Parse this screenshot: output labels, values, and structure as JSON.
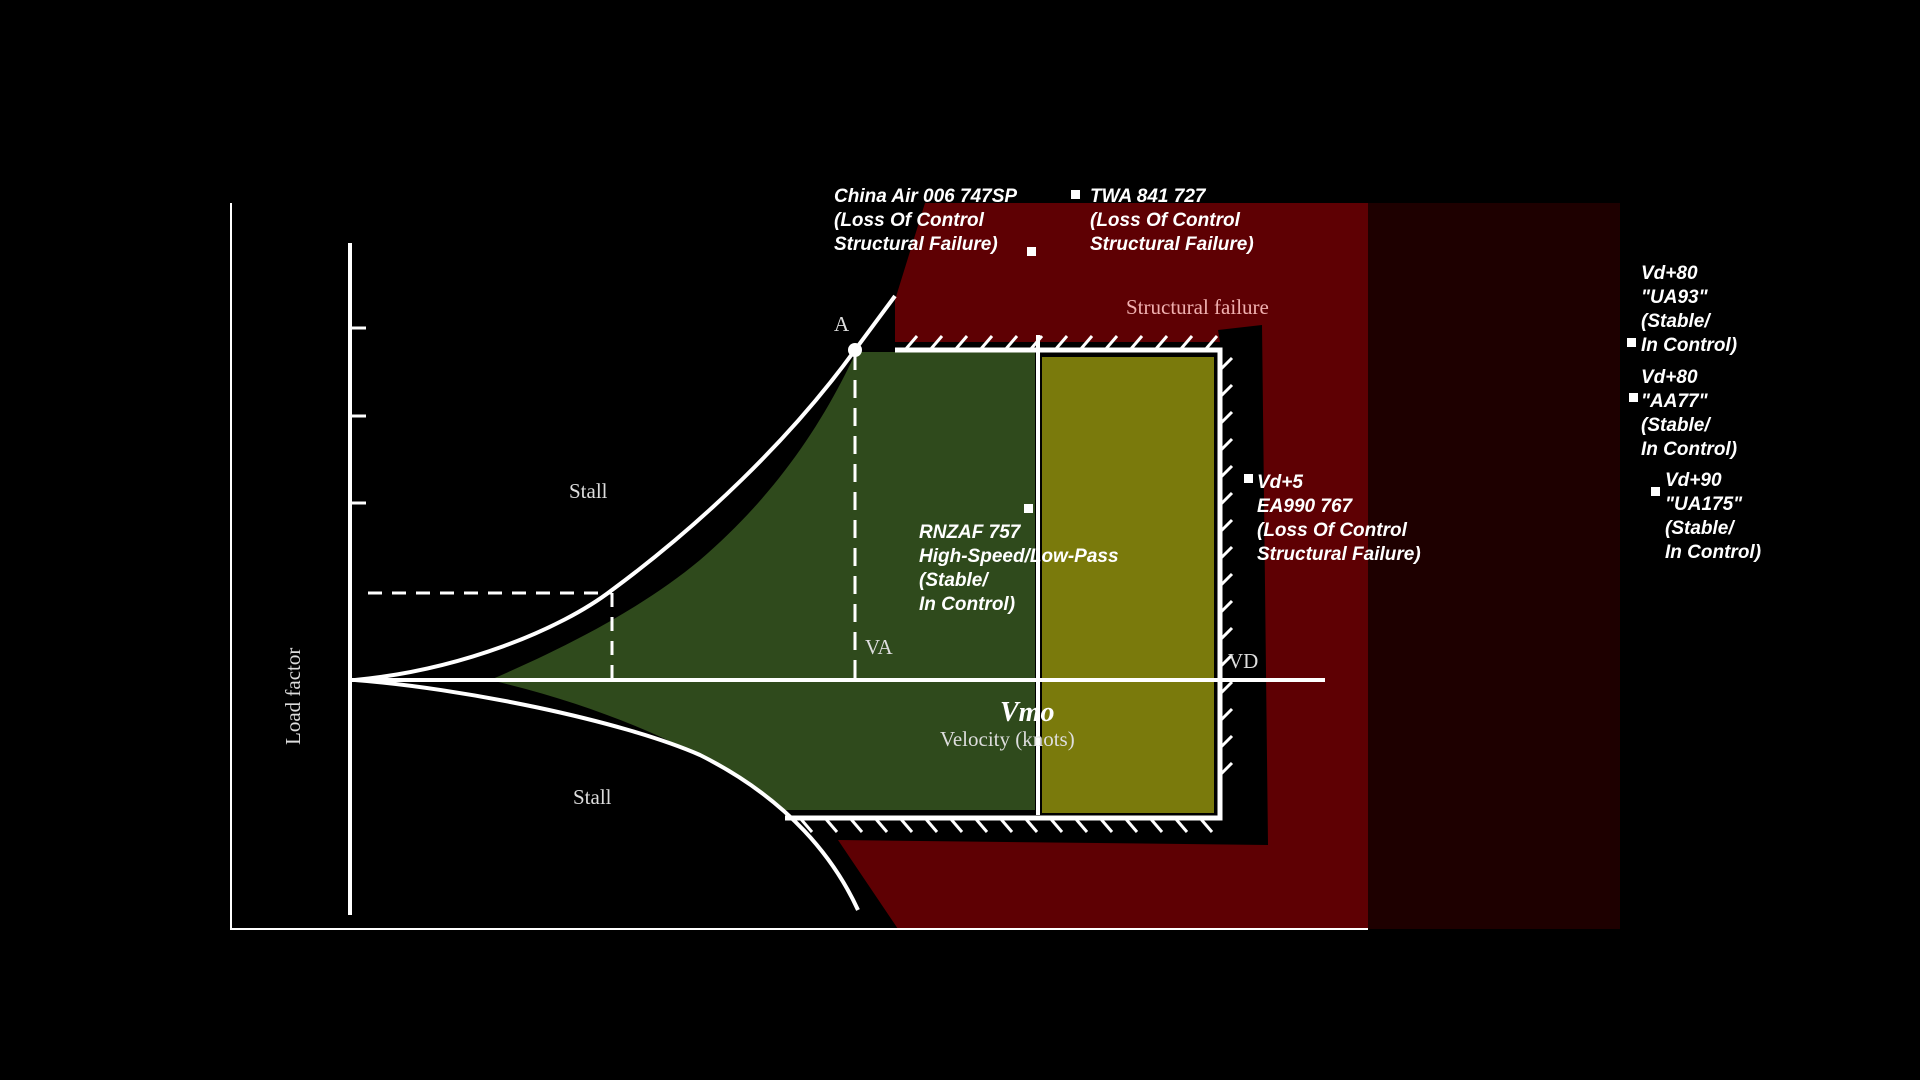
{
  "colors": {
    "background": "#000000",
    "structural_red": "#5e0003",
    "dark_red": "#1e0000",
    "normal_green": "#2f4a1c",
    "caution_olive": "#7a7a0c",
    "lines": "#ffffff"
  },
  "diagram": {
    "axis_y_label": "Load factor",
    "axis_x_label": "Velocity (knots)",
    "stall_upper": "Stall",
    "stall_lower": "Stall",
    "point_a": "A",
    "va_label": "VA",
    "vd_label": "VD",
    "vmo_label": "Vmo",
    "structural_failure": "Structural failure"
  },
  "annotations": {
    "china_air": [
      "China Air 006 747SP",
      "(Loss Of Control",
      "Structural Failure)"
    ],
    "twa": [
      "TWA 841 727",
      "(Loss Of Control",
      "Structural Failure)"
    ],
    "rnzaf": [
      "RNZAF 757",
      "High-Speed/Low-Pass",
      "(Stable/",
      "In Control)"
    ],
    "ea990": [
      "Vd+5",
      "EA990 767",
      "(Loss Of Control",
      "Structural Failure)"
    ],
    "ua93": [
      "Vd+80",
      "\"UA93\"",
      "(Stable/",
      "In Control)"
    ],
    "aa77": [
      "Vd+80",
      "\"AA77\"",
      "(Stable/",
      "In Control)"
    ],
    "ua175": [
      "Vd+90",
      "\"UA175\"",
      "(Stable/",
      "In Control)"
    ]
  }
}
